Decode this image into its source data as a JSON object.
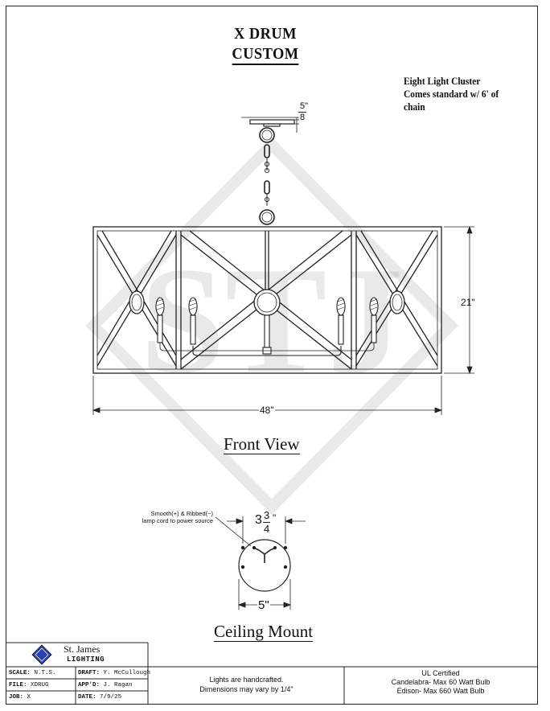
{
  "title": {
    "line1": "X DRUM",
    "line2": "CUSTOM"
  },
  "notes": {
    "line1": "Eight Light Cluster",
    "line2": "Comes standard w/ 6' of",
    "line3": "chain"
  },
  "front_view": {
    "label": "Front View",
    "canopy_fraction": {
      "num": "5",
      "den": "8",
      "unit": "\""
    },
    "height": "21\"",
    "width": "48\""
  },
  "ceiling_mount": {
    "label": "Ceiling Mount",
    "callout_line1": "Smooth(+) & Ribbed(−)",
    "callout_line2": "lamp cord to power source",
    "inner_whole": "3",
    "inner_num": "3",
    "inner_den": "4",
    "inner_unit": "\"",
    "diameter": "5\""
  },
  "watermark": "STJ",
  "title_block": {
    "company_line1": "St. James",
    "company_line2": "LIGHTING",
    "scale_label": "SCALE:",
    "scale_value": "N.T.S.",
    "draft_label": "DRAFT:",
    "draft_value": "Y. McCullough",
    "file_label": "FILE:",
    "file_value": "XDRUG",
    "appd_label": "APP'D:",
    "appd_value": "J. Ragan",
    "job_label": "JOB:",
    "job_value": "X",
    "date_label": "DATE:",
    "date_value": "7/9/25",
    "handcrafted_line1": "Lights are handcrafted.",
    "handcrafted_line2": "Dimensions may vary by 1/4\"",
    "ul_line1": "UL Certified",
    "ul_line2": "Candelabra- Max 60 Watt Bulb",
    "ul_line3": "Edison- Max 660 Watt Bulb"
  }
}
